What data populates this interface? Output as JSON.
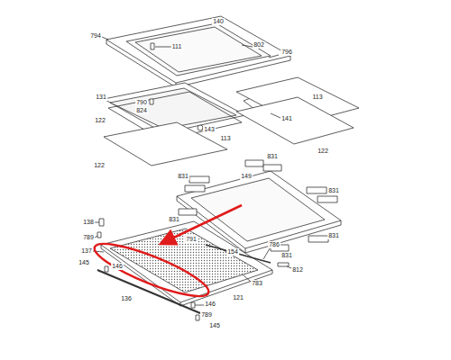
{
  "diagram": {
    "labels": [
      "794",
      "140",
      "111",
      "802",
      "796",
      "790",
      "824",
      "141",
      "131",
      "143",
      "113",
      "122",
      "113",
      "122",
      "122",
      "149",
      "831",
      "831",
      "831",
      "831",
      "831",
      "831",
      "138",
      "789",
      "137",
      "145",
      "146",
      "791",
      "154",
      "786",
      "812",
      "783",
      "146",
      "121",
      "136",
      "789",
      "145"
    ]
  }
}
